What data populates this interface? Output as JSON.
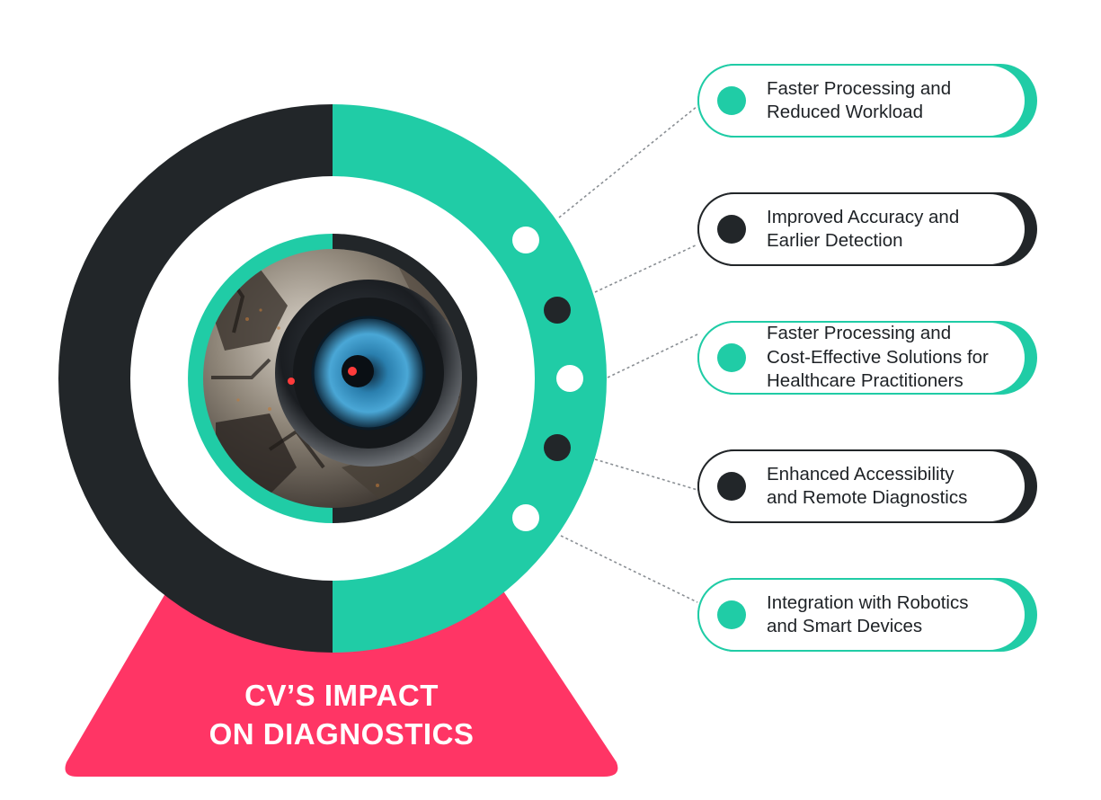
{
  "title": {
    "line1": "CV’S IMPACT",
    "line2": "ON DIAGNOSTICS"
  },
  "colors": {
    "teal": "#20cca6",
    "dark": "#222629",
    "pink": "#ff3565",
    "white": "#ffffff"
  },
  "center_image": "robotic-eye-illustration",
  "items": [
    {
      "label": "Faster Processing and\nReduced Workload",
      "color": "teal"
    },
    {
      "label": "Improved Accuracy and\nEarlier Detection",
      "color": "dark"
    },
    {
      "label": "Faster Processing and\nCost-Effective Solutions for\nHealthcare Practitioners",
      "color": "teal"
    },
    {
      "label": "Enhanced Accessibility\nand Remote Diagnostics",
      "color": "dark"
    },
    {
      "label": "Integration with Robotics\nand Smart Devices",
      "color": "teal"
    }
  ]
}
